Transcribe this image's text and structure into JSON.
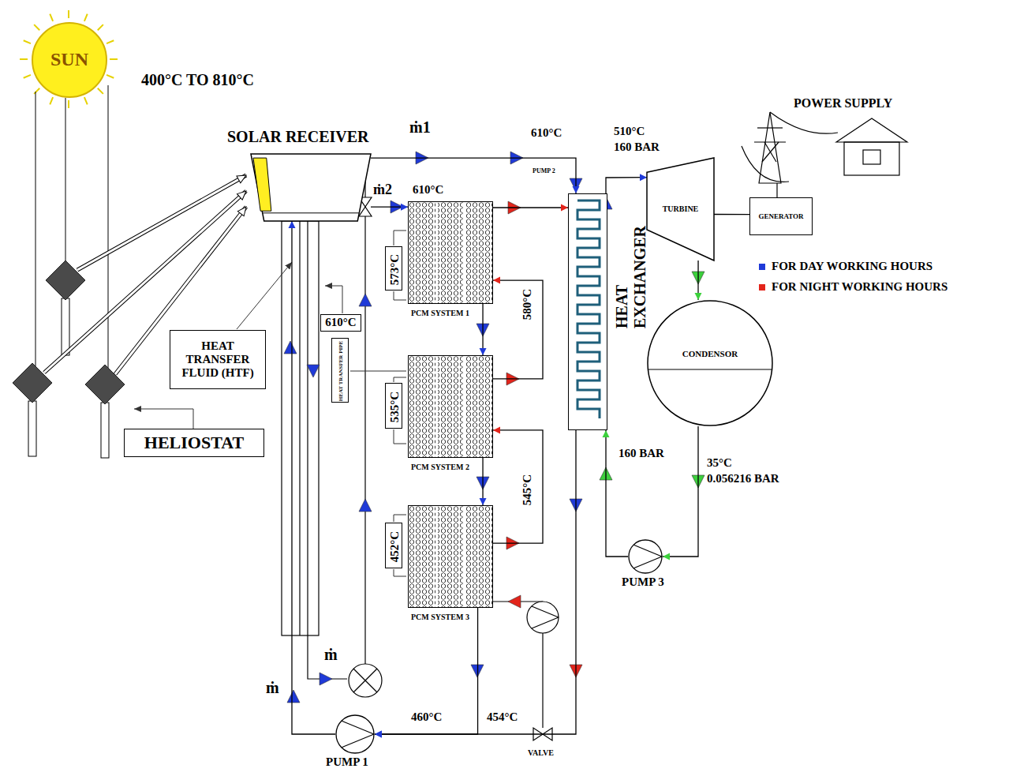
{
  "diagram": {
    "nodes": [
      {
        "text": [
          "SUN"
        ]
      },
      {
        "text": [
          "SOLAR RECEIVER"
        ]
      },
      {
        "text": [
          "HEAT TRANSFER FLUID (HTF)"
        ]
      },
      {
        "text": [
          "HELIOSTAT"
        ]
      },
      {
        "text": [
          "PCM SYSTEM 1"
        ]
      },
      {
        "text": [
          "PCM SYSTEM 2"
        ]
      },
      {
        "text": [
          "PCM SYSTEM 3"
        ]
      },
      {
        "text": [
          "HEAT TRANSFER PIPE"
        ]
      },
      {
        "text": [
          "HEAT EXCHANGER"
        ]
      },
      {
        "text": [
          "TURBINE"
        ]
      },
      {
        "text": [
          "GENERATOR"
        ]
      },
      {
        "text": [
          "CONDENSOR"
        ]
      },
      {
        "text": [
          "PUMP 1"
        ]
      },
      {
        "text": [
          "PUMP 3"
        ]
      },
      {
        "text": [
          "610°C"
        ]
      },
      {
        "text": [
          "573°C"
        ]
      },
      {
        "text": [
          "535°C"
        ]
      },
      {
        "text": [
          "452°C"
        ]
      }
    ],
    "edges": [
      {
        "from": 12,
        "to": 1,
        "arrow": "to"
      },
      {
        "from": 1,
        "to": 4,
        "arrow": "to"
      },
      {
        "from": 1,
        "to": 8,
        "arrow": "to"
      },
      {
        "from": 4,
        "to": 5,
        "arrow": "to"
      },
      {
        "from": 5,
        "to": 6,
        "arrow": "to"
      },
      {
        "from": 6,
        "to": 12,
        "arrow": "to"
      },
      {
        "from": 8,
        "to": 12,
        "arrow": "to"
      },
      {
        "from": 8,
        "to": 9,
        "arrow": "to"
      },
      {
        "from": 9,
        "to": 11,
        "arrow": "to"
      },
      {
        "from": 11,
        "to": 13,
        "arrow": "to"
      },
      {
        "from": 13,
        "to": 8,
        "arrow": "to"
      },
      {
        "from": 9,
        "to": 10,
        "arrow": "none"
      },
      {
        "from": 4,
        "to": 8,
        "arrow": "to"
      },
      {
        "from": 5,
        "to": 4,
        "arrow": "to"
      },
      {
        "from": 6,
        "to": 5,
        "arrow": "to"
      }
    ],
    "labels": [
      "400°C TO 810°C",
      "ṁ1",
      "610°C",
      "ṁ2",
      "610°C",
      "PUMP 2",
      "510°C",
      "160 BAR",
      "580°C",
      "545°C",
      "160 BAR",
      "35°C",
      "0.056216 BAR",
      "460°C",
      "454°C",
      "VALVE",
      "ṁ",
      "ṁ",
      "POWER SUPPLY"
    ],
    "legend": [
      {
        "text": "FOR DAY WORKING HOURS",
        "color": "#1f3ad8"
      },
      {
        "text": "FOR NIGHT WORKING HOURS",
        "color": "#e3241b"
      }
    ]
  }
}
